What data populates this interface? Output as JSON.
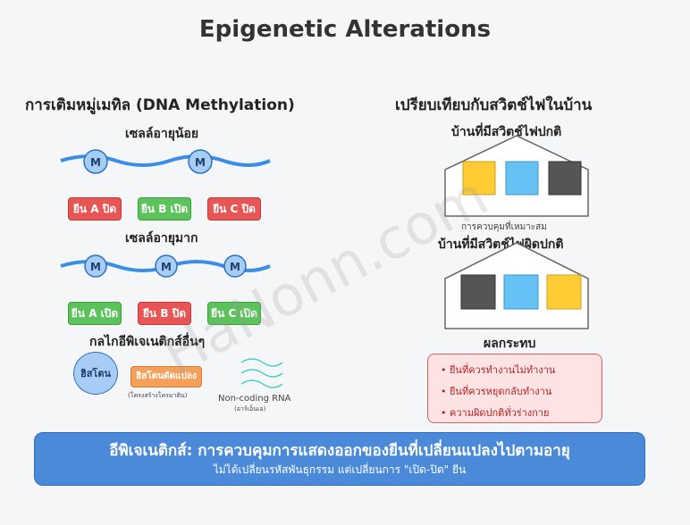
{
  "title": "Epigenetic Alterations",
  "left": {
    "heading": "การเติมหมู่เมทิล (DNA Methylation)",
    "young": {
      "label": "เซลล์อายุน้อย",
      "marker": "M",
      "genes": [
        "ยีน A ปิด",
        "ยีน B เปิด",
        "ยีน C ปิด"
      ]
    },
    "old": {
      "label": "เซลล์อายุมาก",
      "marker": "M",
      "genes": [
        "ยีน A เปิด",
        "ยีน B ปิด",
        "ยีน C เปิด"
      ]
    },
    "other": {
      "heading": "กลไกอีพิเจเนติกส์อื่นๆ",
      "histone": "ฮิสโตน",
      "histone_mod": "ฮิสโตนดัดแปลง",
      "histone_mod_sub": "(โครงสร้างโครมาติน)",
      "ncrna": "Non-coding RNA",
      "ncrna_sub": "(อาร์เอ็นเอ)"
    }
  },
  "right": {
    "heading": "เปรียบเทียบกับสวิตช์ไฟในบ้าน",
    "normal_house": "บ้านที่มีสวิตช์ไฟปกติ",
    "normal_caption": "การควบคุมที่เหมาะสม",
    "abnormal_house": "บ้านที่มีสวิตช์ไฟผิดปกติ",
    "effects_heading": "ผลกระทบ",
    "effects": [
      "• ยีนที่ควรทำงานไม่ทำงาน",
      "• ยีนที่ควรหยุดกลับทำงาน",
      "• ความผิดปกติทั่วร่างกาย"
    ]
  },
  "banner": {
    "line1": "อีพิเจเนติกส์: การควบคุมการแสดงออกของยีนที่เปลี่ยนแปลงไปตามอายุ",
    "line2": "ไม่ได้เปลี่ยนรหัสพันธุกรรม แต่เปลี่ยนการ \"เปิด-ปิด\" ยีน"
  },
  "watermark": "HaNonn.com",
  "colors": {
    "dna": "#3b8ee8",
    "marker": "#a8cdf5",
    "gene_off": "#e85555",
    "gene_on": "#5cc35c",
    "on_yellow": "#ffcc33",
    "blue": "#66c2f5",
    "off_dark": "#555555",
    "banner": "#4a8ad8"
  }
}
